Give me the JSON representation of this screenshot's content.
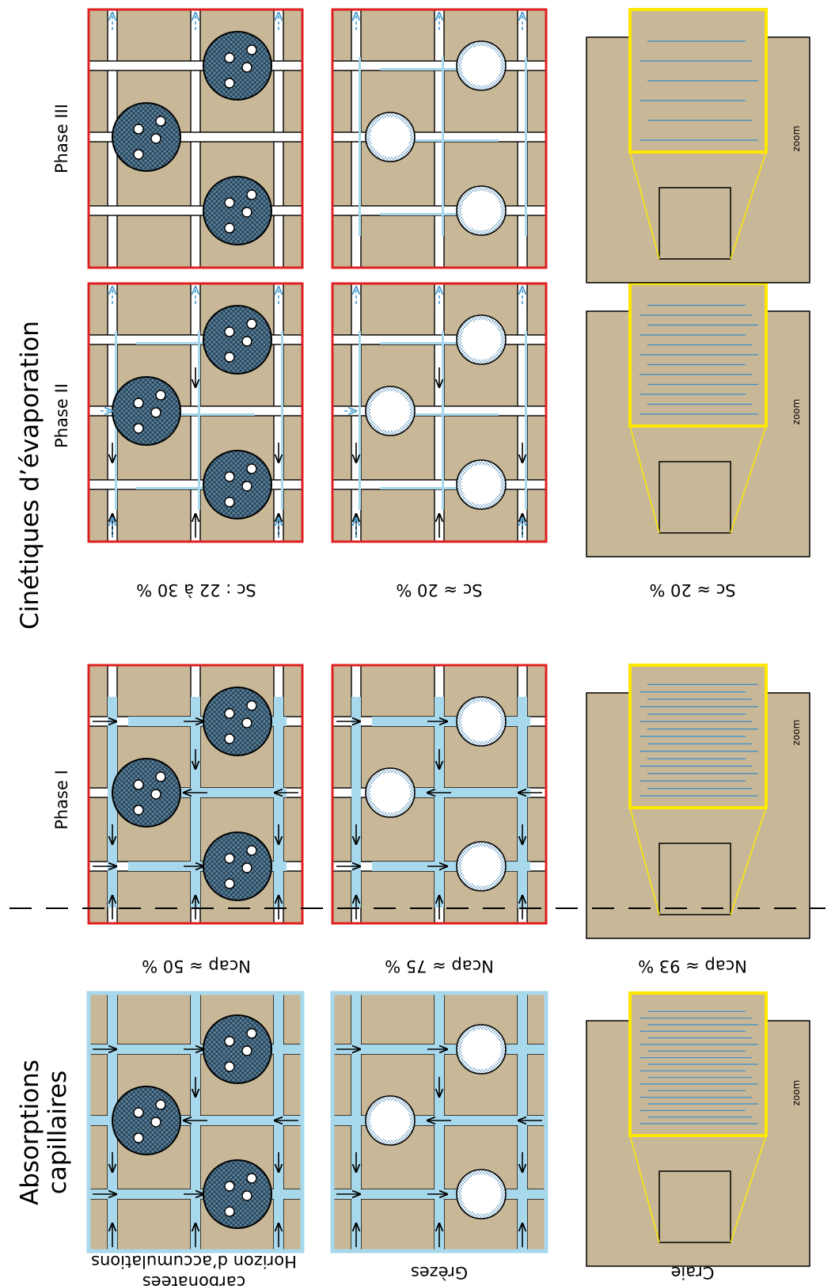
{
  "titles": {
    "absorption": [
      "Absorptions",
      "capillaires"
    ],
    "evaporation": "Cinétiques d’évaporation"
  },
  "phases": [
    "Phase I",
    "Phase II",
    "Phase III"
  ],
  "materials": {
    "horizon": [
      "Horizon d’accumulations",
      "carbonatées"
    ],
    "grezes": "Grèzes",
    "craie": "Craie"
  },
  "ncap_labels": [
    "Ncap ≈ 50 %",
    "Ncap ≈ 75 %",
    "Ncap ≈ 93 %"
  ],
  "sc_labels": [
    "Sc : 22 à 30 %",
    "Sc ≈ 20 %",
    "Sc ≈ 20 %"
  ],
  "zoom_label": "zoom",
  "colors": {
    "matrix": "#c8b898",
    "water": "#a8d8ec",
    "water_line": "#4a8ab8",
    "aggregate": "#5b7f98",
    "frame_red": "#e02020",
    "zoom_yellow": "#ffe800"
  }
}
